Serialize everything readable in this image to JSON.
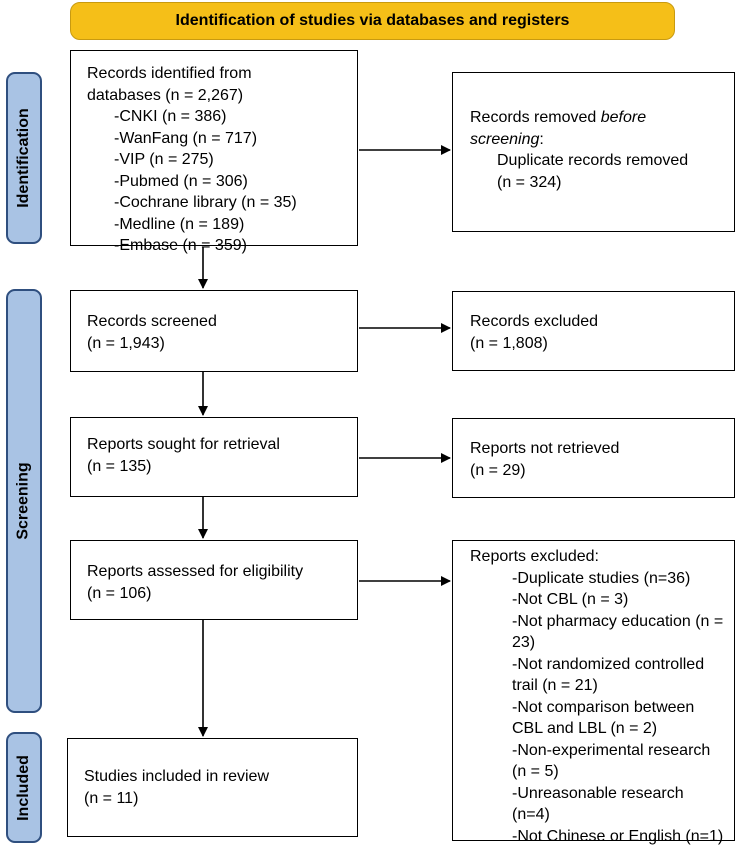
{
  "header": "Identification of studies via databases and registers",
  "phases": {
    "identification": "Identification",
    "screening": "Screening",
    "included": "Included"
  },
  "identified": {
    "line1": "Records identified from",
    "line2": "databases (n = 2,267)",
    "sources": [
      "-CNKI (n = 386)",
      "-WanFang (n = 717)",
      "-VIP (n = 275)",
      "-Pubmed (n = 306)",
      "-Cochrane library (n = 35)",
      "-Medline (n = 189)",
      "-Embase (n = 359)"
    ]
  },
  "removed": {
    "line1_a": "Records removed ",
    "line1_b": "before",
    "line2_a": "screening",
    "line2_b": ":",
    "line3": "Duplicate records removed",
    "line4": "(n = 324)"
  },
  "screened": {
    "label": "Records screened",
    "count": "(n = 1,943)"
  },
  "excluded": {
    "label": "Records excluded",
    "count": "(n = 1,808)"
  },
  "sought": {
    "label": "Reports sought for retrieval",
    "count": "(n = 135)"
  },
  "not_retrieved": {
    "label": "Reports not retrieved",
    "count": "(n = 29)"
  },
  "assessed": {
    "label": "Reports assessed for eligibility",
    "count": "(n = 106)"
  },
  "reports_excluded": {
    "title": "Reports excluded:",
    "lines": [
      "-Duplicate studies (n=36)",
      "-Not CBL (n = 3)",
      "-Not pharmacy education (n =",
      "23)",
      "-Not randomized controlled",
      "trail (n = 21)",
      "-Not comparison between",
      "CBL and LBL (n = 2)",
      "-Non-experimental research",
      "(n = 5)",
      "-Unreasonable research",
      "(n=4)",
      "-Not Chinese or English (n=1)"
    ]
  },
  "included": {
    "label": "Studies included in review",
    "count": "(n = 11)"
  }
}
